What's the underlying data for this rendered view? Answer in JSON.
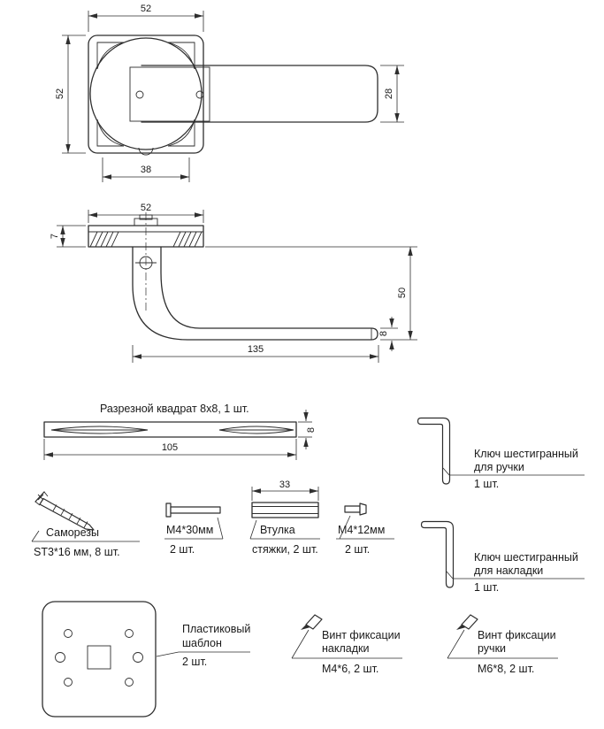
{
  "page": {
    "background": "#ffffff",
    "line_color": "#2e2e2e"
  },
  "top_view": {
    "dims": {
      "width_top": "52",
      "height_left": "52",
      "square": "38",
      "lever_height": "28"
    }
  },
  "side_view": {
    "dims": {
      "width_top": "52",
      "rosette_thickness": "7",
      "drop_height": "50",
      "lever_thickness": "8",
      "length": "135"
    }
  },
  "parts": {
    "split_square": {
      "title": "Разрезной квадрат 8х8, 1 шт.",
      "length": "105",
      "height": "8"
    },
    "self_tapping_screws": {
      "title": "Саморезы",
      "spec": "ST3*16 мм, 8 шт."
    },
    "bolt_m4_30": {
      "title": "M4*30мм",
      "qty": "2 шт."
    },
    "sleeve": {
      "title": "Втулка",
      "spec": "стяжки, 2 шт.",
      "length": "33"
    },
    "bolt_m4_12": {
      "title": "M4*12мм",
      "qty": "2 шт."
    },
    "hex_key_handle": {
      "line1": "Ключ шестигранный",
      "line2": "для ручки",
      "qty": "1 шт."
    },
    "hex_key_plate": {
      "line1": "Ключ шестигранный",
      "line2": "для накладки",
      "qty": "1 шт."
    },
    "template": {
      "line1": "Пластиковый",
      "line2": "шаблон",
      "qty": "2 шт."
    },
    "set_screw_plate": {
      "line1": "Винт фиксации",
      "line2": "накладки",
      "spec": "M4*6, 2 шт."
    },
    "set_screw_handle": {
      "line1": "Винт фиксации",
      "line2": "ручки",
      "spec": "M6*8, 2 шт."
    }
  }
}
